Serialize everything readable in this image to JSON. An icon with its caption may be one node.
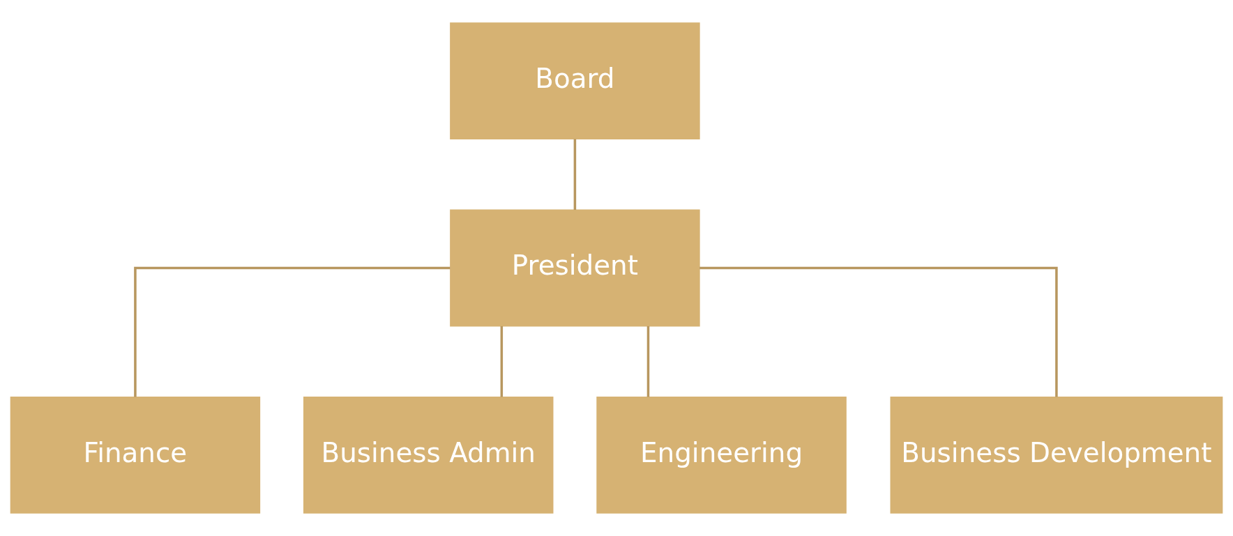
{
  "diagram": {
    "nodes": [
      {
        "text": [
          "Board"
        ]
      },
      {
        "text": [
          "President"
        ]
      },
      {
        "text": [
          "Finance"
        ]
      },
      {
        "text": [
          "Business Admin"
        ]
      },
      {
        "text": [
          "Engineering"
        ]
      },
      {
        "text": [
          "Business Development"
        ]
      }
    ],
    "edges": [
      {
        "from": 0,
        "to": 1,
        "arrow": "none"
      },
      {
        "from": 1,
        "to": 2,
        "arrow": "none"
      },
      {
        "from": 1,
        "to": 3,
        "arrow": "none"
      },
      {
        "from": 1,
        "to": 4,
        "arrow": "none"
      },
      {
        "from": 1,
        "to": 5,
        "arrow": "none"
      }
    ]
  }
}
